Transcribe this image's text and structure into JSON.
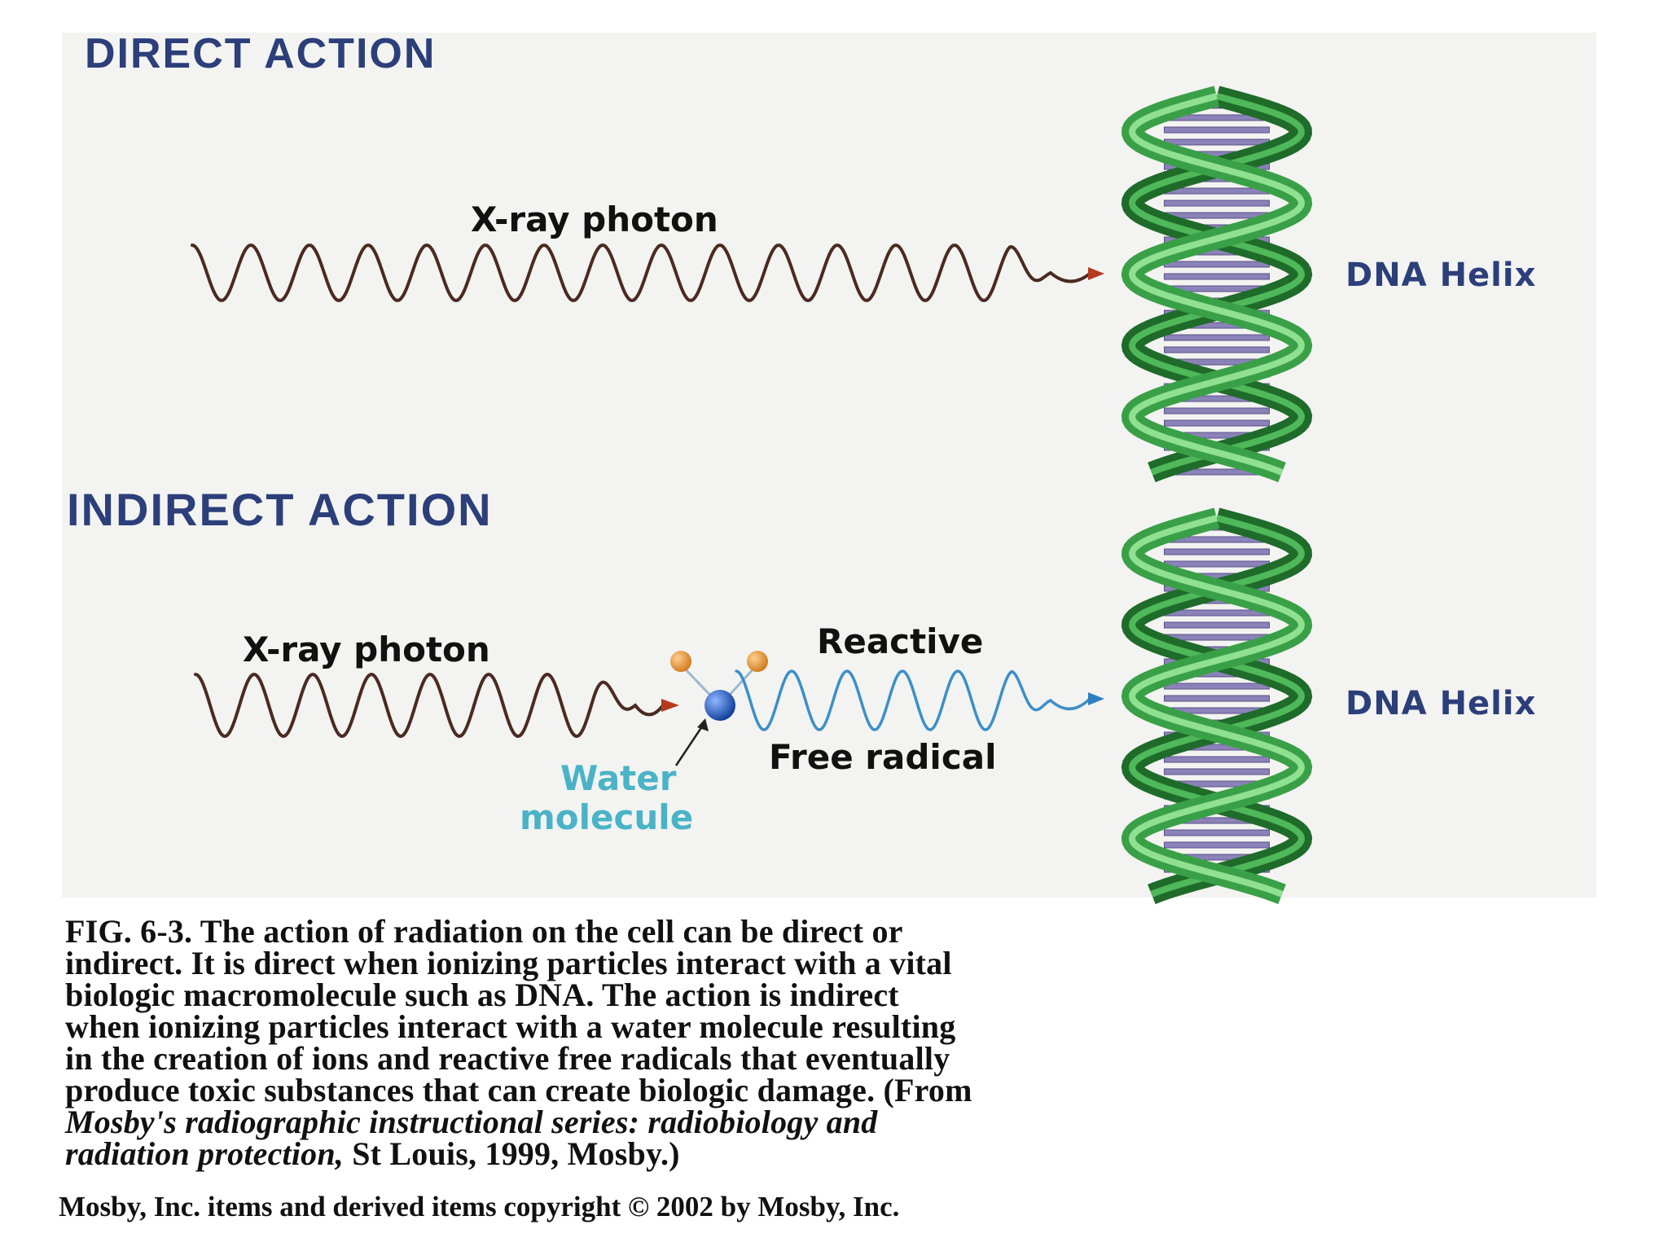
{
  "direct": {
    "heading": "DIRECT ACTION",
    "photon_label": "X-ray photon",
    "helix_label": "DNA Helix"
  },
  "indirect": {
    "heading": "INDIRECT ACTION",
    "photon_label": "X-ray photon",
    "reactive_label": "Reactive",
    "free_radical_label": "Free radical",
    "water_label_line1": "Water",
    "water_label_line2": "molecule",
    "helix_label": "DNA Helix"
  },
  "caption": {
    "fig_label": "FIG. 6-3.",
    "line1": "The action of radiation on the cell can be direct or",
    "line2": "indirect. It is direct when ionizing particles interact with a vital",
    "line3": "biologic macromolecule such as DNA. The action is indirect",
    "line4": "when ionizing particles interact with a water molecule resulting",
    "line5": "in the creation of ions and reactive free radicals that eventually",
    "line6": "produce toxic substances that can create biologic damage. (From",
    "line7_italic": "Mosby's radiographic instructional series: radiobiology and",
    "line8_italic": "radiation protection,",
    "line8_rest": " St Louis, 1999, Mosby.)"
  },
  "copyright": "Mosby, Inc. items and derived items copyright © 2002 by Mosby, Inc.",
  "colors": {
    "heading": "#2c3f7a",
    "photon_wave": "#4a2a22",
    "radical_wave": "#3c8fc8",
    "water_label": "#4ab3c8",
    "helix_green": "#2f8f3a",
    "helix_rungs": "#8a82b8",
    "molecule_blue": "#1a4fb4",
    "hydrogen_orange": "#e08a2a"
  }
}
